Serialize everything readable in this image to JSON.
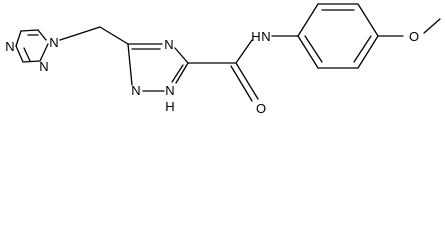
{
  "molecule": {
    "atoms": {
      "n_triazole_left_1": "N",
      "n_triazole_left_2": "N",
      "n_triazole_left_3": "N",
      "n_triazole_mid_1": "N",
      "n_triazole_mid_2": "N",
      "n_triazole_mid_nh": "N",
      "h_triazole_mid": "H",
      "n_amide": "N",
      "h_amide": "H",
      "o_carbonyl": "O",
      "o_methoxy": "O"
    }
  }
}
